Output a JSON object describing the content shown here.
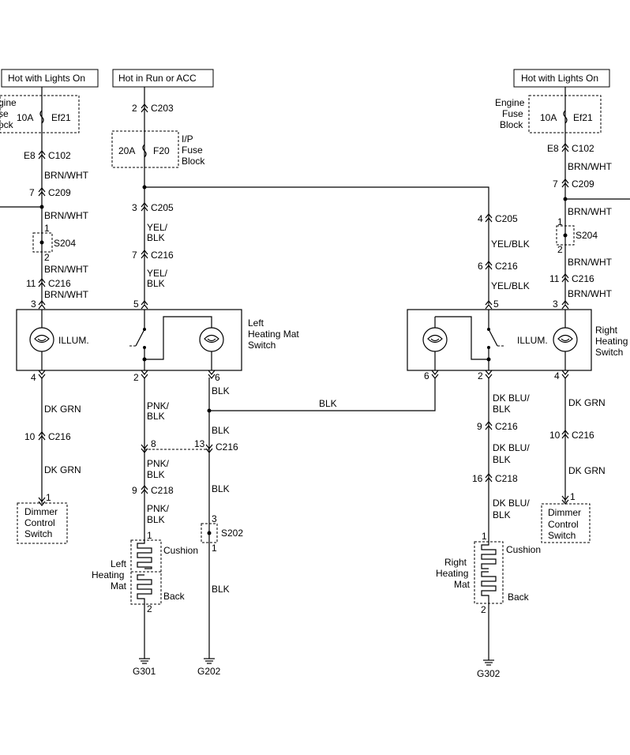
{
  "power_labels": {
    "left": "Hot with Lights On",
    "center": "Hot in Run or ACC",
    "right": "Hot with Lights On"
  },
  "fuses": {
    "left": {
      "rating": "10A",
      "id": "Ef21",
      "block": [
        "gine",
        "se",
        "ock"
      ]
    },
    "center": {
      "rating": "20A",
      "id": "F20",
      "block": [
        "I/P",
        "Fuse",
        "Block"
      ]
    },
    "right": {
      "rating": "10A",
      "id": "Ef21",
      "block": [
        "Engine",
        "Fuse",
        "Block"
      ]
    }
  },
  "connectors": {
    "c203": {
      "pin": "2",
      "name": "C203"
    },
    "c102_l": {
      "pin": "E8",
      "name": "C102"
    },
    "c209_l": {
      "pin": "7",
      "name": "C209"
    },
    "c205_l": {
      "pin": "3",
      "name": "C205"
    },
    "c216_cl": {
      "pin": "7",
      "name": "C216"
    },
    "c216_l": {
      "pin": "11",
      "name": "C216"
    },
    "c102_r": {
      "pin": "E8",
      "name": "C102"
    },
    "c209_r": {
      "pin": "7",
      "name": "C209"
    },
    "c205_r": {
      "pin": "4",
      "name": "C205"
    },
    "c216_cr": {
      "pin": "6",
      "name": "C216"
    },
    "c216_r": {
      "pin": "11",
      "name": "C216"
    },
    "c216_ll": {
      "pin": "10",
      "name": "C216"
    },
    "c216_p8": {
      "pin": "8",
      "name": ""
    },
    "c216_p13": {
      "pin": "13",
      "name": "C216"
    },
    "c218_l": {
      "pin": "9",
      "name": "C218"
    },
    "c216_rc": {
      "pin": "9",
      "name": "C216"
    },
    "c218_r": {
      "pin": "16",
      "name": "C218"
    },
    "c216_rr": {
      "pin": "10",
      "name": "C216"
    }
  },
  "wires": {
    "brn_wht": "BRN/WHT",
    "yel_blk": [
      "YEL/",
      "BLK"
    ],
    "yel_blk_one": "YEL/BLK",
    "dk_grn": "DK GRN",
    "pnk_blk": [
      "PNK/",
      "BLK"
    ],
    "blk": "BLK",
    "dk_blu_blk": [
      "DK BLU/",
      "BLK"
    ]
  },
  "splices": {
    "s204": "S204",
    "s202": "S202"
  },
  "switches": {
    "left": [
      "Left",
      "Heating Mat",
      "Switch"
    ],
    "right": [
      "Right",
      "Heating",
      "Switch"
    ],
    "illum": "ILLUM."
  },
  "switch_pins": {
    "left": [
      "3",
      "5",
      "4",
      "2",
      "6"
    ],
    "right": [
      "5",
      "3",
      "6",
      "2",
      "4"
    ]
  },
  "dimmer": [
    "Dimmer",
    "Control",
    "Switch"
  ],
  "mats": {
    "left": [
      "Left",
      "Heating",
      "Mat"
    ],
    "right": [
      "Right",
      "Heating",
      "Mat"
    ],
    "cushion": "Cushion",
    "back": "Back"
  },
  "splice_pins": [
    "1",
    "2",
    "3",
    "1"
  ],
  "mat_pins": [
    "1",
    "2"
  ],
  "grounds": {
    "g301": "G301",
    "g202": "G202",
    "g302": "G302"
  }
}
